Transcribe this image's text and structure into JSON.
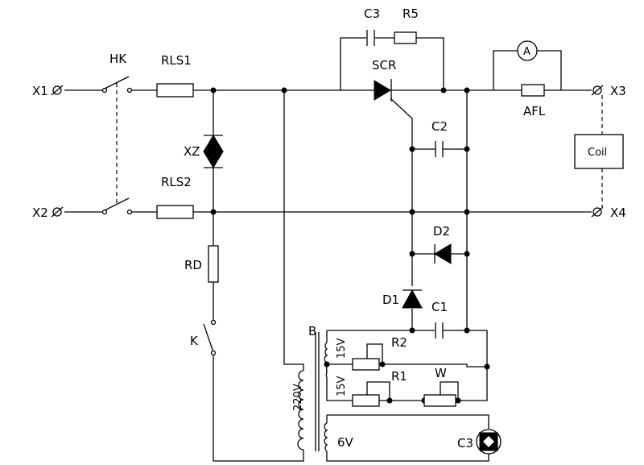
{
  "labels": {
    "hk": "HK",
    "rls1": "RLS1",
    "rls2": "RLS2",
    "xz": "XZ",
    "rd": "RD",
    "k": "K",
    "x1": "X1",
    "x2": "X2",
    "x3": "X3",
    "x4": "X4",
    "c3_top": "C3",
    "r5": "R5",
    "scr": "SCR",
    "ammeter": "A",
    "afl": "AFL",
    "coil": "Coil",
    "c2": "C2",
    "d2": "D2",
    "d1": "D1",
    "c1": "C1",
    "b": "B",
    "v15a": "15V",
    "v15b": "15V",
    "v220": "220V",
    "v6": "6V",
    "r2": "R2",
    "r1": "R1",
    "w": "W",
    "c3_lamp": "C3"
  }
}
